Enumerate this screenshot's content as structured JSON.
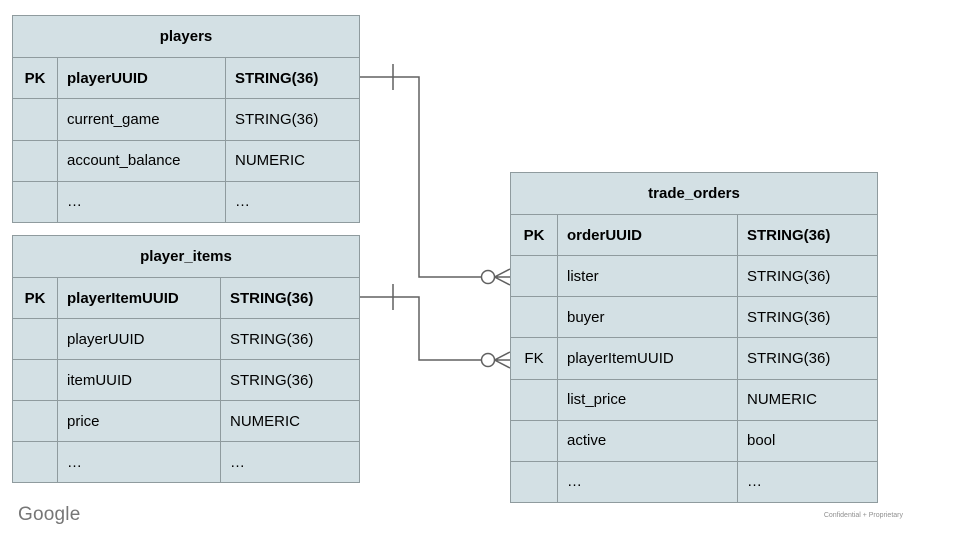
{
  "colors": {
    "table_fill": "#d3e0e4",
    "table_border": "#8f9b9e",
    "connector": "#606060",
    "logo_gray": "#767676",
    "footer_gray": "#909090",
    "text": "#000000"
  },
  "branding": {
    "logo": "Google",
    "footer_note": "Confidential + Proprietary"
  },
  "tables": {
    "players": {
      "title": "players",
      "rows": [
        {
          "key": "PK",
          "field": "playerUUID",
          "type": "STRING(36)"
        },
        {
          "key": "",
          "field": "current_game",
          "type": "STRING(36)"
        },
        {
          "key": "",
          "field": "account_balance",
          "type": "NUMERIC"
        },
        {
          "key": "",
          "field": "…",
          "type": "…"
        }
      ]
    },
    "player_items": {
      "title": "player_items",
      "rows": [
        {
          "key": "PK",
          "field": "playerItemUUID",
          "type": "STRING(36)"
        },
        {
          "key": "",
          "field": "playerUUID",
          "type": "STRING(36)"
        },
        {
          "key": "",
          "field": "itemUUID",
          "type": "STRING(36)"
        },
        {
          "key": "",
          "field": "price",
          "type": "NUMERIC"
        },
        {
          "key": "",
          "field": "…",
          "type": "…"
        }
      ]
    },
    "trade_orders": {
      "title": "trade_orders",
      "rows": [
        {
          "key": "PK",
          "field": "orderUUID",
          "type": "STRING(36)"
        },
        {
          "key": "",
          "field": "lister",
          "type": "STRING(36)"
        },
        {
          "key": "",
          "field": "buyer",
          "type": "STRING(36)"
        },
        {
          "key": "FK",
          "field": "playerItemUUID",
          "type": "STRING(36)"
        },
        {
          "key": "",
          "field": "list_price",
          "type": "NUMERIC"
        },
        {
          "key": "",
          "field": "active",
          "type": "bool"
        },
        {
          "key": "",
          "field": "…",
          "type": "…"
        }
      ]
    }
  },
  "relationships": [
    {
      "from": "players.playerUUID",
      "to": "trade_orders.lister",
      "from_cardinality": "one",
      "to_cardinality": "zero-or-many"
    },
    {
      "from": "player_items.playerItemUUID",
      "to": "trade_orders.playerItemUUID",
      "from_cardinality": "one",
      "to_cardinality": "zero-or-many"
    }
  ]
}
